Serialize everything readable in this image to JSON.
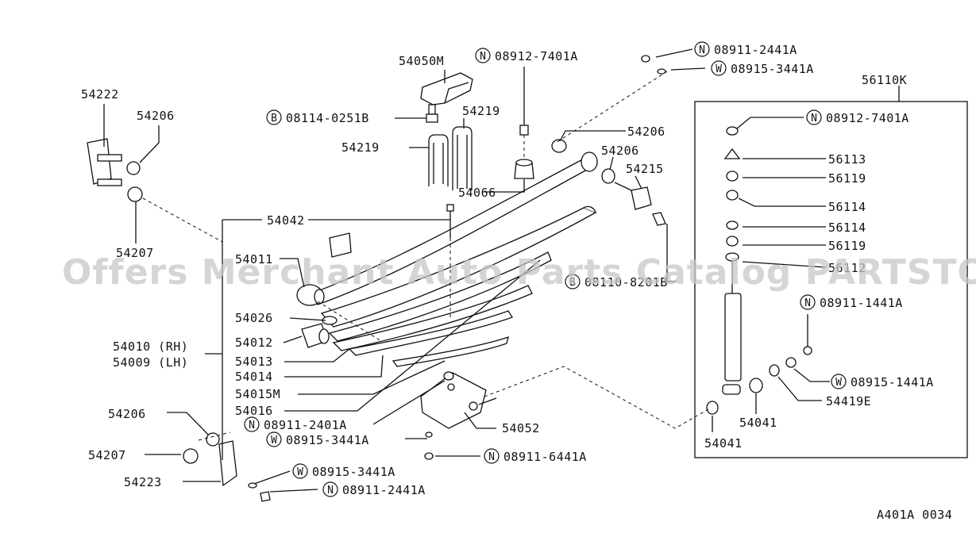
{
  "watermark": "Offers Merchant Auto Parts Catalog PARTSTORE.SA",
  "footer_code": "A401A 0034",
  "labels": {
    "p54222": "54222",
    "p54206a": "54206",
    "p54207a": "54207",
    "p54050M": "54050M",
    "p08912_top": "08912-7401A",
    "p08911_2441_top": "08911-2441A",
    "p08915_3441_top": "08915-3441A",
    "p56110K": "56110K",
    "p08114": "08114-0251B",
    "p54219a": "54219",
    "p54219b": "54219",
    "p54206b": "54206",
    "p54206c": "54206",
    "p54215": "54215",
    "p54066": "54066",
    "p54042": "54042",
    "p54011": "54011",
    "p08110": "08110-8201B",
    "p54026": "54026",
    "p54012": "54012",
    "p54010": "54010 (RH)",
    "p54009": "54009 (LH)",
    "p54013": "54013",
    "p54014": "54014",
    "p54015M": "54015M",
    "p54016": "54016",
    "p08911_2401": "08911-2401A",
    "p08915_3441_mid": "08915-3441A",
    "p54052": "54052",
    "p08911_6441": "08911-6441A",
    "p54206d": "54206",
    "p54207b": "54207",
    "p54223": "54223",
    "p08915_3441_bot": "08915-3441A",
    "p08911_2441_bot": "08911-2441A",
    "p08912_box": "08912-7401A",
    "p56113": "56113",
    "p56119a": "56119",
    "p56114a": "56114",
    "p56114b": "56114",
    "p56119b": "56119",
    "p56112": "56112",
    "p08911_1441": "08911-1441A",
    "p08915_1441": "08915-1441A",
    "p54419E": "54419E",
    "p54041a": "54041",
    "p54041b": "54041"
  },
  "callout_letters": {
    "N": "N",
    "W": "W",
    "B": "B"
  }
}
